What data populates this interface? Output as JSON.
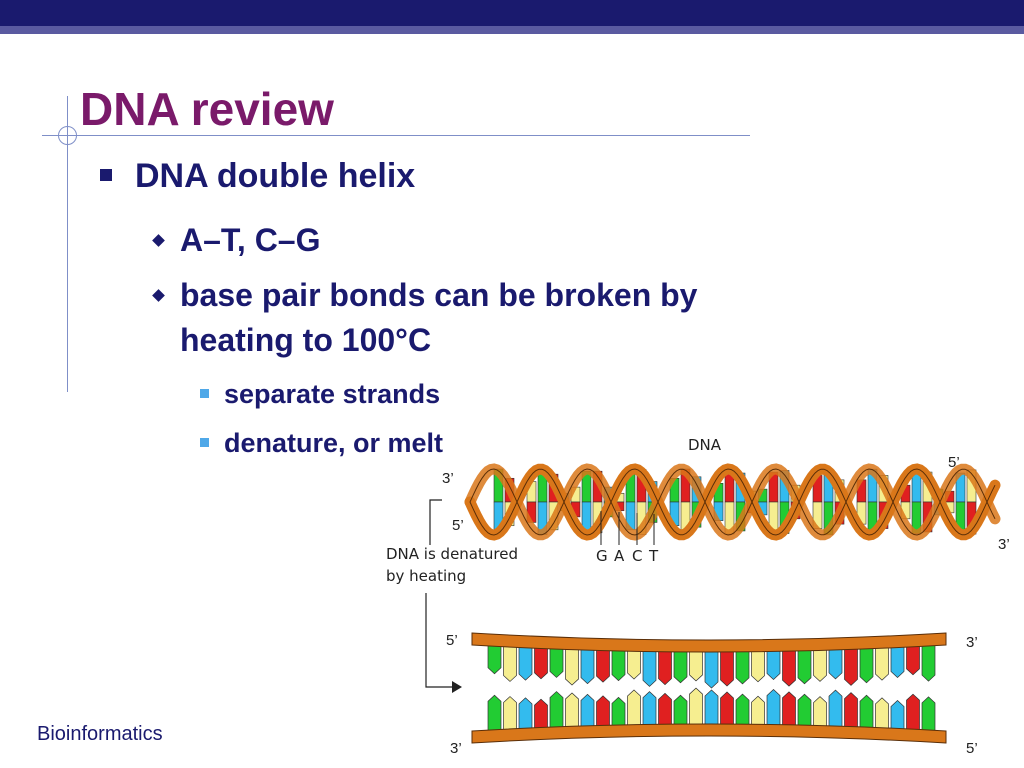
{
  "slide": {
    "title": "DNA review",
    "bullets": {
      "l1": "DNA double helix",
      "l2a": "A–T, C–G",
      "l2b": "base pair bonds can be broken by heating to 100°C",
      "l3a": "separate strands",
      "l3b": "denature, or melt"
    },
    "footer": "Bioinformatics"
  },
  "figure": {
    "heading": "DNA",
    "helix_left_top": "3’",
    "helix_left_bottom": "5’",
    "helix_right_top": "5’",
    "helix_right_bottom": "3’",
    "base_letters": [
      "G",
      "A",
      "C",
      "T"
    ],
    "caption_line1": "DNA is denatured",
    "caption_line2": "by heating",
    "strand1_left": "5’",
    "strand1_right": "3’",
    "strand2_left": "3’",
    "strand2_right": "5’"
  },
  "colors": {
    "title": "#7a1a6a",
    "text": "#1a1a6e",
    "header_bar": "#1a1a6e",
    "backbone": "#d9771a",
    "base_green": "#22cc33",
    "base_red": "#e02020",
    "base_blue": "#33bbee",
    "base_yellow": "#f6ee90"
  }
}
